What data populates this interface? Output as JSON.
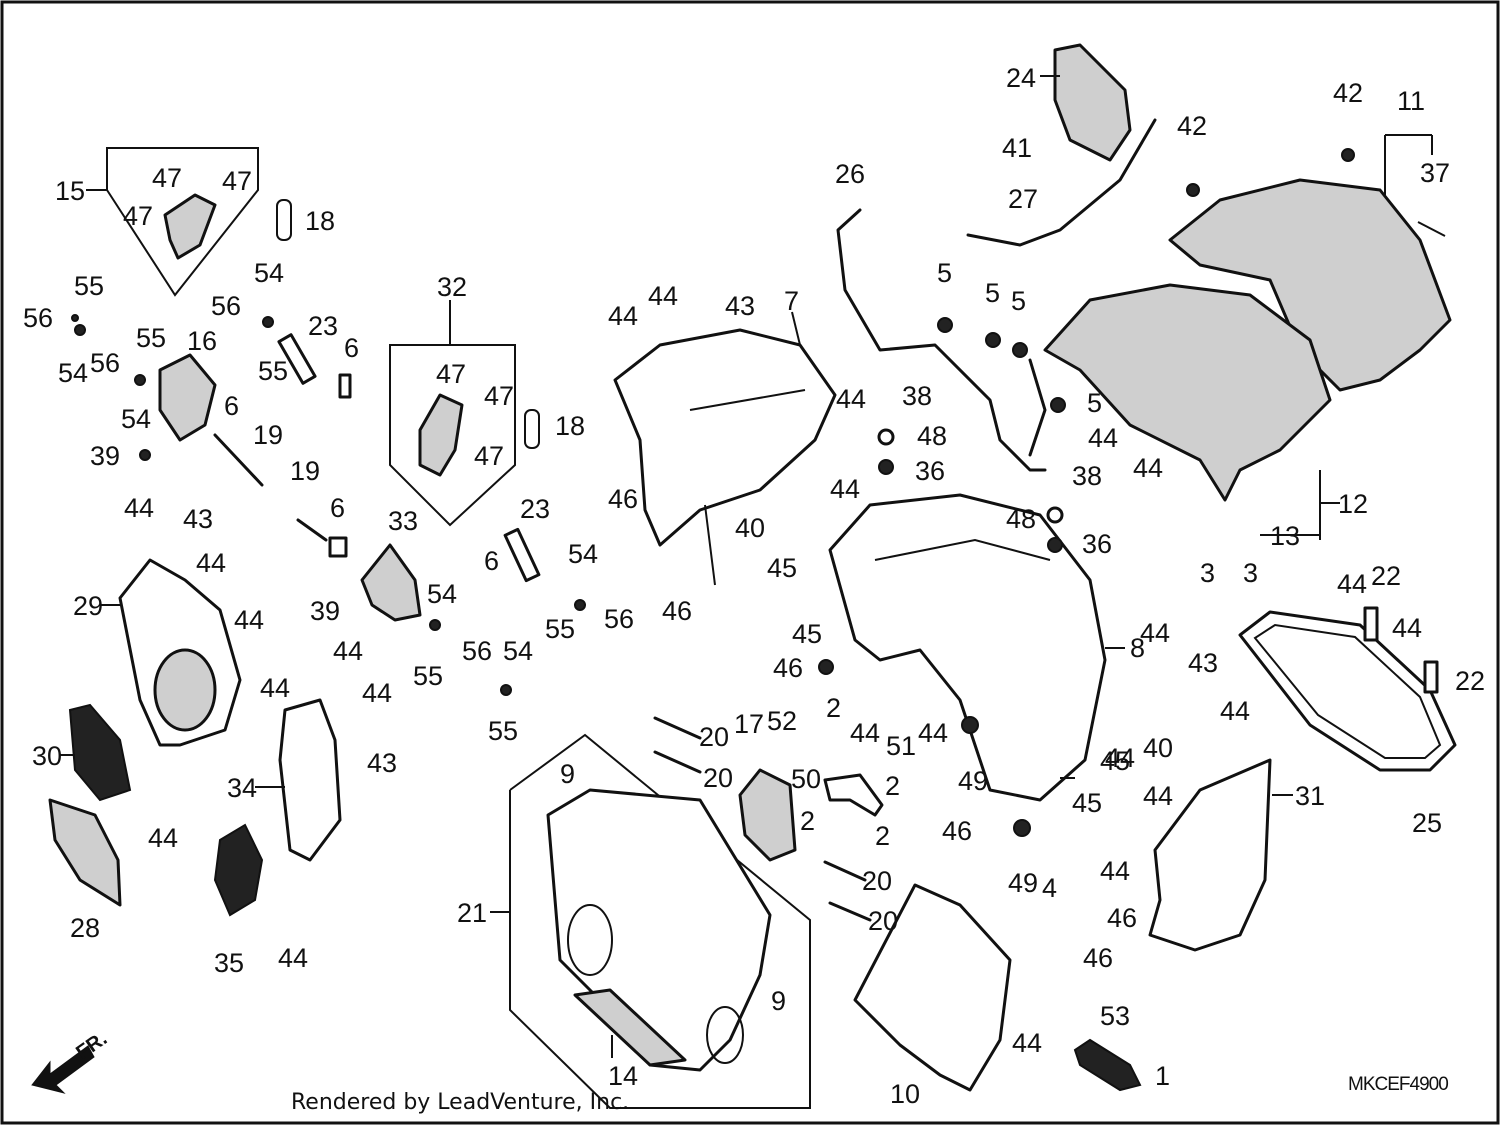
{
  "diagram": {
    "diagram_code": "MKCEF4900",
    "footer_credit": "Rendered by LeadVenture, Inc.",
    "direction_indicator": "FR.",
    "callouts": [
      {
        "id": "c1",
        "text": "1"
      },
      {
        "id": "c2a",
        "text": "2"
      },
      {
        "id": "c2b",
        "text": "2"
      },
      {
        "id": "c2c",
        "text": "2"
      },
      {
        "id": "c2d",
        "text": "2"
      },
      {
        "id": "c3a",
        "text": "3"
      },
      {
        "id": "c3b",
        "text": "3"
      },
      {
        "id": "c4",
        "text": "4"
      },
      {
        "id": "c5a",
        "text": "5"
      },
      {
        "id": "c5b",
        "text": "5"
      },
      {
        "id": "c5c",
        "text": "5"
      },
      {
        "id": "c5d",
        "text": "5"
      },
      {
        "id": "c6a",
        "text": "6"
      },
      {
        "id": "c6b",
        "text": "6"
      },
      {
        "id": "c6c",
        "text": "6"
      },
      {
        "id": "c6d",
        "text": "6"
      },
      {
        "id": "c7",
        "text": "7"
      },
      {
        "id": "c8",
        "text": "8"
      },
      {
        "id": "c9a",
        "text": "9"
      },
      {
        "id": "c9b",
        "text": "9"
      },
      {
        "id": "c10",
        "text": "10"
      },
      {
        "id": "c11",
        "text": "11"
      },
      {
        "id": "c12",
        "text": "12"
      },
      {
        "id": "c13",
        "text": "13"
      },
      {
        "id": "c14",
        "text": "14"
      },
      {
        "id": "c15",
        "text": "15"
      },
      {
        "id": "c16",
        "text": "16"
      },
      {
        "id": "c17",
        "text": "17"
      },
      {
        "id": "c18a",
        "text": "18"
      },
      {
        "id": "c18b",
        "text": "18"
      },
      {
        "id": "c19a",
        "text": "19"
      },
      {
        "id": "c19b",
        "text": "19"
      },
      {
        "id": "c20a",
        "text": "20"
      },
      {
        "id": "c20b",
        "text": "20"
      },
      {
        "id": "c20c",
        "text": "20"
      },
      {
        "id": "c20d",
        "text": "20"
      },
      {
        "id": "c21",
        "text": "21"
      },
      {
        "id": "c22a",
        "text": "22"
      },
      {
        "id": "c22b",
        "text": "22"
      },
      {
        "id": "c23a",
        "text": "23"
      },
      {
        "id": "c23b",
        "text": "23"
      },
      {
        "id": "c24",
        "text": "24"
      },
      {
        "id": "c25",
        "text": "25"
      },
      {
        "id": "c26",
        "text": "26"
      },
      {
        "id": "c27",
        "text": "27"
      },
      {
        "id": "c28",
        "text": "28"
      },
      {
        "id": "c29",
        "text": "29"
      },
      {
        "id": "c30",
        "text": "30"
      },
      {
        "id": "c31",
        "text": "31"
      },
      {
        "id": "c32",
        "text": "32"
      },
      {
        "id": "c33",
        "text": "33"
      },
      {
        "id": "c34",
        "text": "34"
      },
      {
        "id": "c35",
        "text": "35"
      },
      {
        "id": "c36a",
        "text": "36"
      },
      {
        "id": "c36b",
        "text": "36"
      },
      {
        "id": "c37",
        "text": "37"
      },
      {
        "id": "c38a",
        "text": "38"
      },
      {
        "id": "c38b",
        "text": "38"
      },
      {
        "id": "c39a",
        "text": "39"
      },
      {
        "id": "c39b",
        "text": "39"
      },
      {
        "id": "c40a",
        "text": "40"
      },
      {
        "id": "c40b",
        "text": "40"
      },
      {
        "id": "c41",
        "text": "41"
      },
      {
        "id": "c42a",
        "text": "42"
      },
      {
        "id": "c42b",
        "text": "42"
      },
      {
        "id": "c43a",
        "text": "43"
      },
      {
        "id": "c43b",
        "text": "43"
      },
      {
        "id": "c43c",
        "text": "43"
      },
      {
        "id": "c43d",
        "text": "43"
      },
      {
        "id": "c44a",
        "text": "44"
      },
      {
        "id": "c44b",
        "text": "44"
      },
      {
        "id": "c44c",
        "text": "44"
      },
      {
        "id": "c44d",
        "text": "44"
      },
      {
        "id": "c44e",
        "text": "44"
      },
      {
        "id": "c44f",
        "text": "44"
      },
      {
        "id": "c44g",
        "text": "44"
      },
      {
        "id": "c44h",
        "text": "44"
      },
      {
        "id": "c44i",
        "text": "44"
      },
      {
        "id": "c44j",
        "text": "44"
      },
      {
        "id": "c44k",
        "text": "44"
      },
      {
        "id": "c44l",
        "text": "44"
      },
      {
        "id": "c44m",
        "text": "44"
      },
      {
        "id": "c44n",
        "text": "44"
      },
      {
        "id": "c44o",
        "text": "44"
      },
      {
        "id": "c44p",
        "text": "44"
      },
      {
        "id": "c44q",
        "text": "44"
      },
      {
        "id": "c44r",
        "text": "44"
      },
      {
        "id": "c44s",
        "text": "44"
      },
      {
        "id": "c44t",
        "text": "44"
      },
      {
        "id": "c44u",
        "text": "44"
      },
      {
        "id": "c44v",
        "text": "44"
      },
      {
        "id": "c44w",
        "text": "44"
      },
      {
        "id": "c44x",
        "text": "44"
      },
      {
        "id": "c45a",
        "text": "45"
      },
      {
        "id": "c45b",
        "text": "45"
      },
      {
        "id": "c45c",
        "text": "45"
      },
      {
        "id": "c45d",
        "text": "45"
      },
      {
        "id": "c46a",
        "text": "46"
      },
      {
        "id": "c46b",
        "text": "46"
      },
      {
        "id": "c46c",
        "text": "46"
      },
      {
        "id": "c46d",
        "text": "46"
      },
      {
        "id": "c46e",
        "text": "46"
      },
      {
        "id": "c46f",
        "text": "46"
      },
      {
        "id": "c47a",
        "text": "47"
      },
      {
        "id": "c47b",
        "text": "47"
      },
      {
        "id": "c47c",
        "text": "47"
      },
      {
        "id": "c47d",
        "text": "47"
      },
      {
        "id": "c47e",
        "text": "47"
      },
      {
        "id": "c47f",
        "text": "47"
      },
      {
        "id": "c48a",
        "text": "48"
      },
      {
        "id": "c48b",
        "text": "48"
      },
      {
        "id": "c49a",
        "text": "49"
      },
      {
        "id": "c49b",
        "text": "49"
      },
      {
        "id": "c50",
        "text": "50"
      },
      {
        "id": "c51",
        "text": "51"
      },
      {
        "id": "c52",
        "text": "52"
      },
      {
        "id": "c53",
        "text": "53"
      },
      {
        "id": "c54a",
        "text": "54"
      },
      {
        "id": "c54b",
        "text": "54"
      },
      {
        "id": "c54c",
        "text": "54"
      },
      {
        "id": "c54d",
        "text": "54"
      },
      {
        "id": "c54e",
        "text": "54"
      },
      {
        "id": "c54f",
        "text": "54"
      },
      {
        "id": "c55a",
        "text": "55"
      },
      {
        "id": "c55b",
        "text": "55"
      },
      {
        "id": "c55c",
        "text": "55"
      },
      {
        "id": "c55d",
        "text": "55"
      },
      {
        "id": "c55e",
        "text": "55"
      },
      {
        "id": "c55f",
        "text": "55"
      },
      {
        "id": "c56a",
        "text": "56"
      },
      {
        "id": "c56b",
        "text": "56"
      },
      {
        "id": "c56c",
        "text": "56"
      },
      {
        "id": "c56d",
        "text": "56"
      },
      {
        "id": "c56e",
        "text": "56"
      }
    ]
  }
}
